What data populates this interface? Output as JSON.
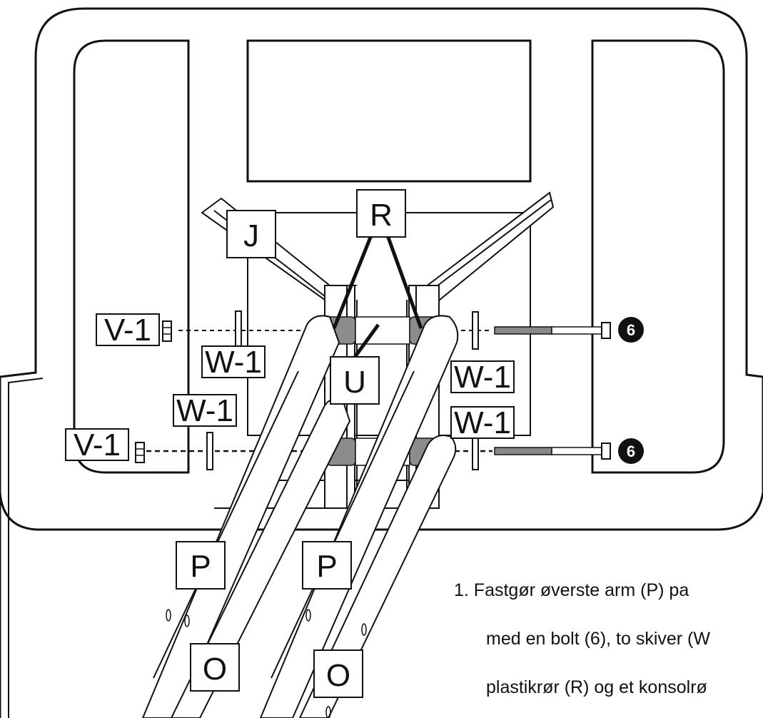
{
  "labels": {
    "J": "J",
    "R": "R",
    "U": "U",
    "V1": "V-1",
    "W1": "W-1",
    "P": "P",
    "O": "O",
    "bolt": "6"
  },
  "instruction": {
    "line1": "1. Fastgør øverste arm (P) pa",
    "line2": "med en bolt (6), to skiver (W",
    "line3": "plastikrør (R) og et konsolrø"
  },
  "colors": {
    "stroke": "#111111",
    "tube_gray": "#8c8c8c",
    "tube_light": "#ffffff",
    "bolt_fill": "#111111"
  }
}
